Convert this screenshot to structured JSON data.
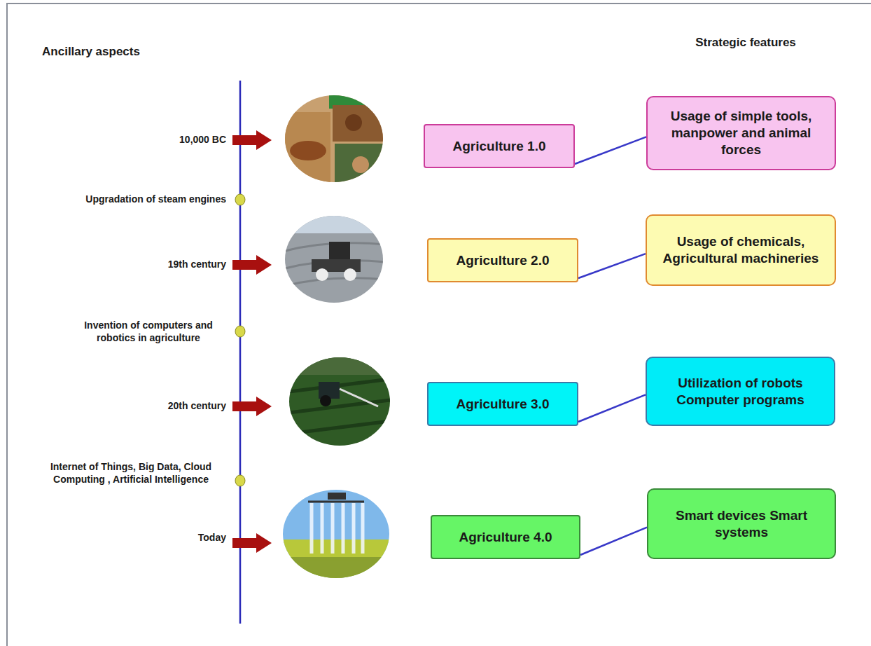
{
  "diagram": {
    "nodes": [
      {
        "text": [
          "Agriculture 1.0"
        ]
      },
      {
        "text": [
          "Usage of simple tools, manpower and animal forces"
        ]
      },
      {
        "text": [
          "Agriculture 2.0"
        ]
      },
      {
        "text": [
          "Usage of chemicals, Agricultural machineries"
        ]
      },
      {
        "text": [
          "Agriculture 3.0"
        ]
      },
      {
        "text": [
          "Utilization of robots Computer programs"
        ]
      },
      {
        "text": [
          "Agriculture 4.0"
        ]
      },
      {
        "text": [
          "Smart devices Smart systems"
        ]
      }
    ],
    "edges": [
      {
        "from": 0,
        "to": 1,
        "arrow": "none"
      },
      {
        "from": 2,
        "to": 3,
        "arrow": "none"
      },
      {
        "from": 4,
        "to": 5,
        "arrow": "none"
      },
      {
        "from": 6,
        "to": 7,
        "arrow": "none"
      }
    ],
    "labels": [
      "Ancillary aspects",
      "Strategic features",
      "10,000 BC",
      "Upgradation of steam engines",
      "19th century",
      "Invention of computers and robotics in agriculture",
      "20th century",
      "Internet of Things, Big Data, Cloud Computing , Artificial Intelligence",
      "Today"
    ]
  }
}
